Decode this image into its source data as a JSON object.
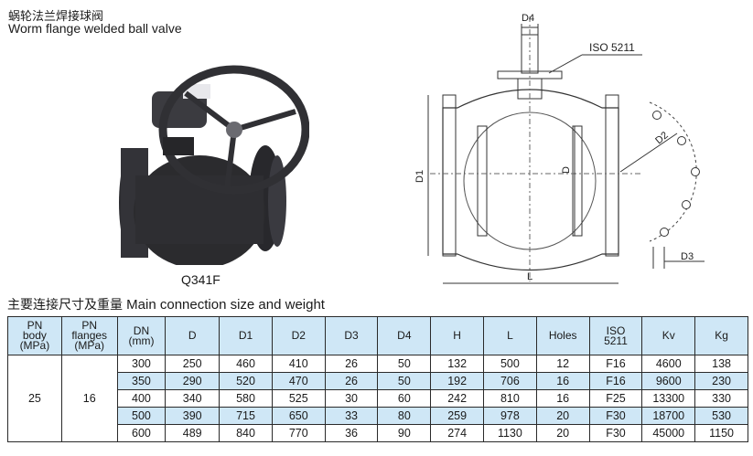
{
  "header": {
    "title_cn": "蜗轮法兰焊接球阀",
    "title_en": "Worm flange welded ball valve"
  },
  "photo": {
    "caption": "Q341F"
  },
  "drawing": {
    "labels": {
      "d4": "D4",
      "iso": "ISO 5211",
      "d2": "D2",
      "d1": "D1",
      "d": "D",
      "d3": "D3",
      "l": "L"
    }
  },
  "table": {
    "title_cn": "主要连接尺寸及重量",
    "title_en": "Main connection size and weight",
    "headers": {
      "pn_body": [
        "PN",
        "body",
        "(MPa)"
      ],
      "pn_flanges": [
        "PN",
        "flanges",
        "(MPa)"
      ],
      "dn": [
        "DN",
        "(mm)"
      ],
      "d": "D",
      "d1": "D1",
      "d2": "D2",
      "d3": "D3",
      "d4": "D4",
      "h": "H",
      "l": "L",
      "holes": "Holes",
      "iso": [
        "ISO",
        "5211"
      ],
      "kv": "Kv",
      "kg": "Kg"
    },
    "pn_body": "25",
    "pn_flanges": "16",
    "rows": [
      [
        "300",
        "250",
        "460",
        "410",
        "26",
        "50",
        "132",
        "500",
        "12",
        "F16",
        "4600",
        "138"
      ],
      [
        "350",
        "290",
        "520",
        "470",
        "26",
        "50",
        "192",
        "706",
        "16",
        "F16",
        "9600",
        "230"
      ],
      [
        "400",
        "340",
        "580",
        "525",
        "30",
        "60",
        "242",
        "810",
        "16",
        "F25",
        "13300",
        "330"
      ],
      [
        "500",
        "390",
        "715",
        "650",
        "33",
        "80",
        "259",
        "978",
        "20",
        "F30",
        "18700",
        "530"
      ],
      [
        "600",
        "489",
        "840",
        "770",
        "36",
        "90",
        "274",
        "1130",
        "20",
        "F30",
        "45000",
        "1150"
      ]
    ]
  },
  "colors": {
    "header_fill": "#cfe7f6",
    "valve_body": "#2b2b2e"
  }
}
